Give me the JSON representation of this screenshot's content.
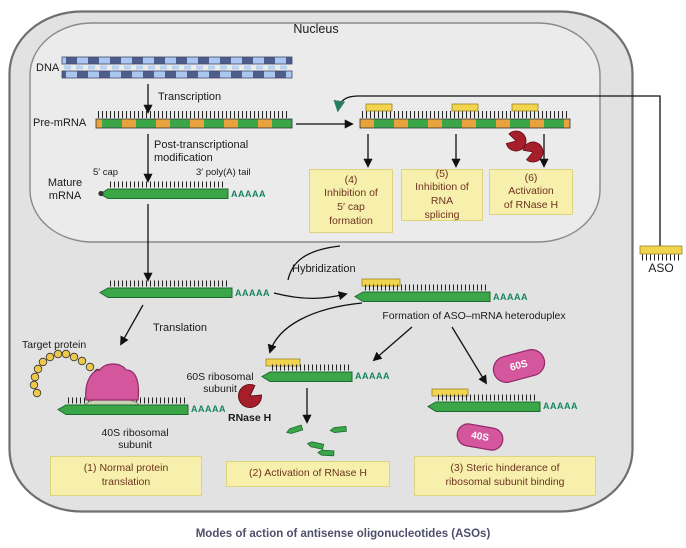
{
  "caption": "Modes of action of antisense oligonucleotides (ASOs)",
  "nucleus_label": "Nucleus",
  "labels": {
    "dna": "DNA",
    "transcription": "Transcription",
    "pre_mrna": "Pre-mRNA",
    "post_line1": "Post-transcriptional",
    "post_line2": "modification",
    "mature_line1": "Mature",
    "mature_line2": "mRNA",
    "five_cap": "5′ cap",
    "polya_tail": "3′ poly(A) tail",
    "aaaaa": "AAAAA",
    "aso": "ASO",
    "hybridization": "Hybridization",
    "heteroduplex": "Formation of ASO–mRNA heteroduplex",
    "translation": "Translation",
    "target_protein": "Target protein",
    "s60_line1": "60S ribosomal",
    "s60_line2": "subunit",
    "s40_line1": "40S ribosomal",
    "s40_line2": "subunit",
    "rnase_h": "RNase H",
    "s60_short": "60S",
    "s40_short": "40S"
  },
  "boxes": {
    "b4": {
      "lines": [
        "(4)",
        "Inhibition of",
        "5′ cap",
        "formation"
      ]
    },
    "b5": {
      "lines": [
        "(5)",
        "Inhibition of",
        "RNA",
        "splicing"
      ]
    },
    "b6": {
      "lines": [
        "(6)",
        "Activation",
        "of RNase H"
      ]
    },
    "b1": {
      "lines": [
        "(1) Normal protein",
        "translation"
      ]
    },
    "b2": {
      "lines": [
        "(2) Activation of RNase H"
      ]
    },
    "b3": {
      "lines": [
        "(3) Steric hinderance of",
        "ribosomal subunit binding"
      ]
    }
  },
  "colors": {
    "cell_bg": "#e2e2e2",
    "nucleus_bg": "#ebebeb",
    "mrna_green": "#3aa648",
    "exon_orange": "#e8a33d",
    "aso_yellow": "#f2d44f",
    "box_bg": "#f6f0ac",
    "box_text": "#6e3320",
    "pacman_red": "#a61e2a",
    "ribosome_pink": "#d4579e",
    "dna_dark": "#4f5c8e",
    "dna_light": "#a9c7ef",
    "polya_text": "#13855c"
  }
}
